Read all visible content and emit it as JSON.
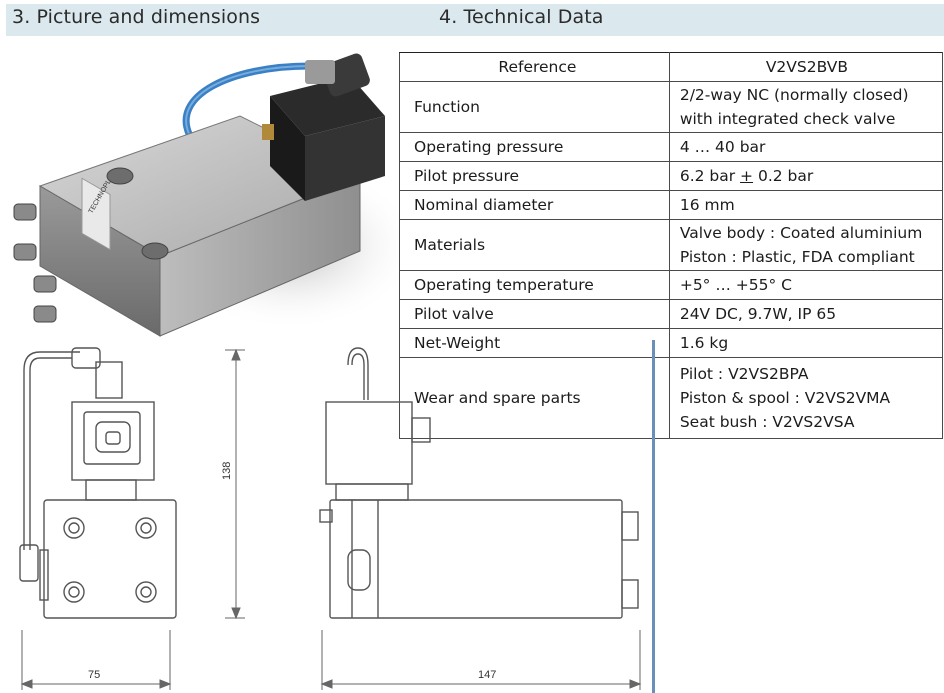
{
  "sections": {
    "picture_title": "3. Picture and dimensions",
    "tech_title": "4. Technical Data"
  },
  "table": {
    "header": {
      "label": "Reference",
      "value": "V2VS2BVB"
    },
    "rows": [
      {
        "label": "Function",
        "lines": [
          "2/2-way NC (normally closed)",
          "with integrated check valve"
        ]
      },
      {
        "label": "Operating pressure",
        "lines": [
          "4 … 40 bar"
        ]
      },
      {
        "label": "Pilot pressure",
        "value_pre": "6.2 bar ",
        "value_sym": "+",
        "value_post": " 0.2 bar"
      },
      {
        "label": "Nominal diameter",
        "lines": [
          "16 mm"
        ]
      },
      {
        "label": "Materials",
        "lines": [
          "Valve body : Coated aluminium",
          "Piston : Plastic, FDA compliant"
        ]
      },
      {
        "label": "Operating temperature",
        "lines": [
          "+5° … +55° C"
        ]
      },
      {
        "label": "Pilot valve",
        "lines": [
          "24V DC, 9.7W, IP 65"
        ]
      },
      {
        "label": "Net-Weight",
        "lines": [
          "1.6 kg"
        ]
      },
      {
        "label": "Wear and spare parts",
        "lines": [
          "Pilot : V2VS2BPA",
          "Piston & spool : V2VS2VMA",
          "Seat bush : V2VS2VSA"
        ]
      }
    ]
  },
  "dimensions": {
    "height": "138",
    "width": "75",
    "length": "147"
  },
  "photo_label": "TECHNOPLAN",
  "colors": {
    "section_bar": "#dbe9ef",
    "tube": "#3b7fc4"
  }
}
